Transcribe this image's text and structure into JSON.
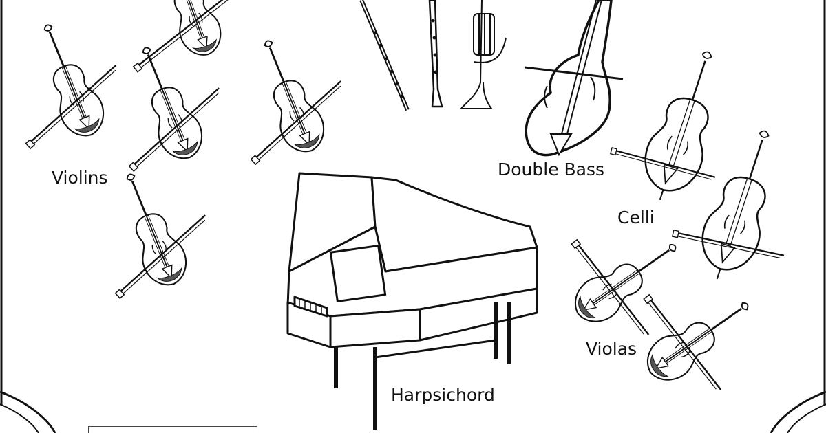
{
  "labels": {
    "violins": "Violins",
    "double_bass": "Double Bass",
    "celli": "Celli",
    "violas": "Violas",
    "harpsichord": "Harpsichord"
  },
  "colors": {
    "ink": "#111111",
    "fill_dark": "#555555",
    "paper": "#ffffff"
  }
}
